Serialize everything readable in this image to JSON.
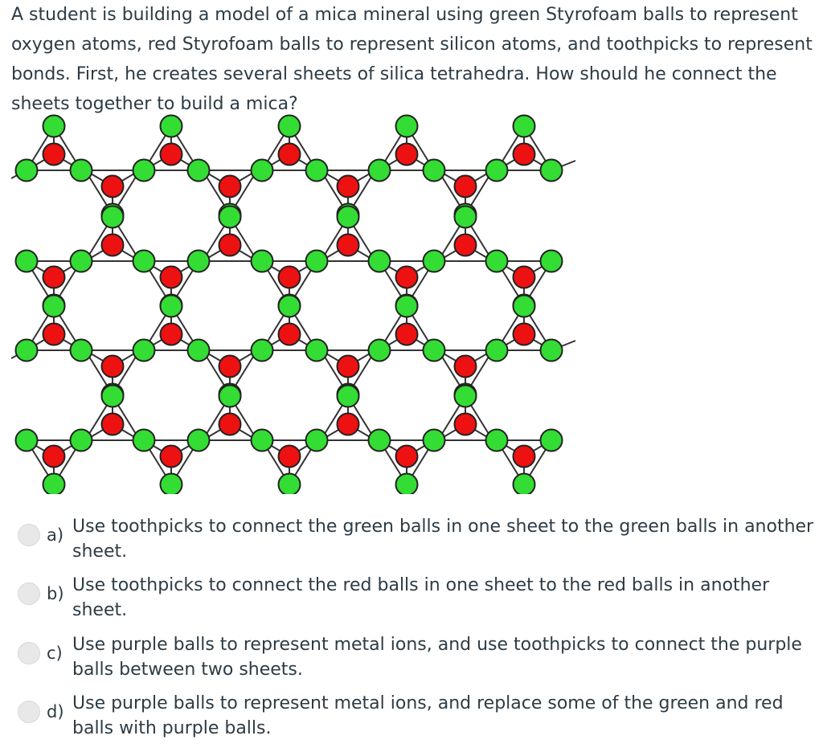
{
  "question": {
    "text": "A student is building a model of a mica mineral using green Styrofoam balls to represent oxygen atoms, red Styrofoam balls to represent silicon atoms, and toothpicks to represent bonds. First, he creates several sheets of silica tetrahedra. How should he connect the sheets together to build a mica?"
  },
  "diagram": {
    "oxygen_color": "#33dd33",
    "silicon_color": "#ee1111",
    "bond_color": "#333333"
  },
  "answers": [
    {
      "letter": "a)",
      "text": "Use toothpicks to connect the green balls in one sheet to the green balls in another sheet."
    },
    {
      "letter": "b)",
      "text": "Use toothpicks to connect the red balls in one sheet to the red balls in another sheet."
    },
    {
      "letter": "c)",
      "text": "Use purple balls to represent metal ions, and use toothpicks to connect the purple balls between two sheets."
    },
    {
      "letter": "d)",
      "text": "Use purple balls to represent metal ions, and replace some of the green and red balls with purple balls."
    }
  ]
}
